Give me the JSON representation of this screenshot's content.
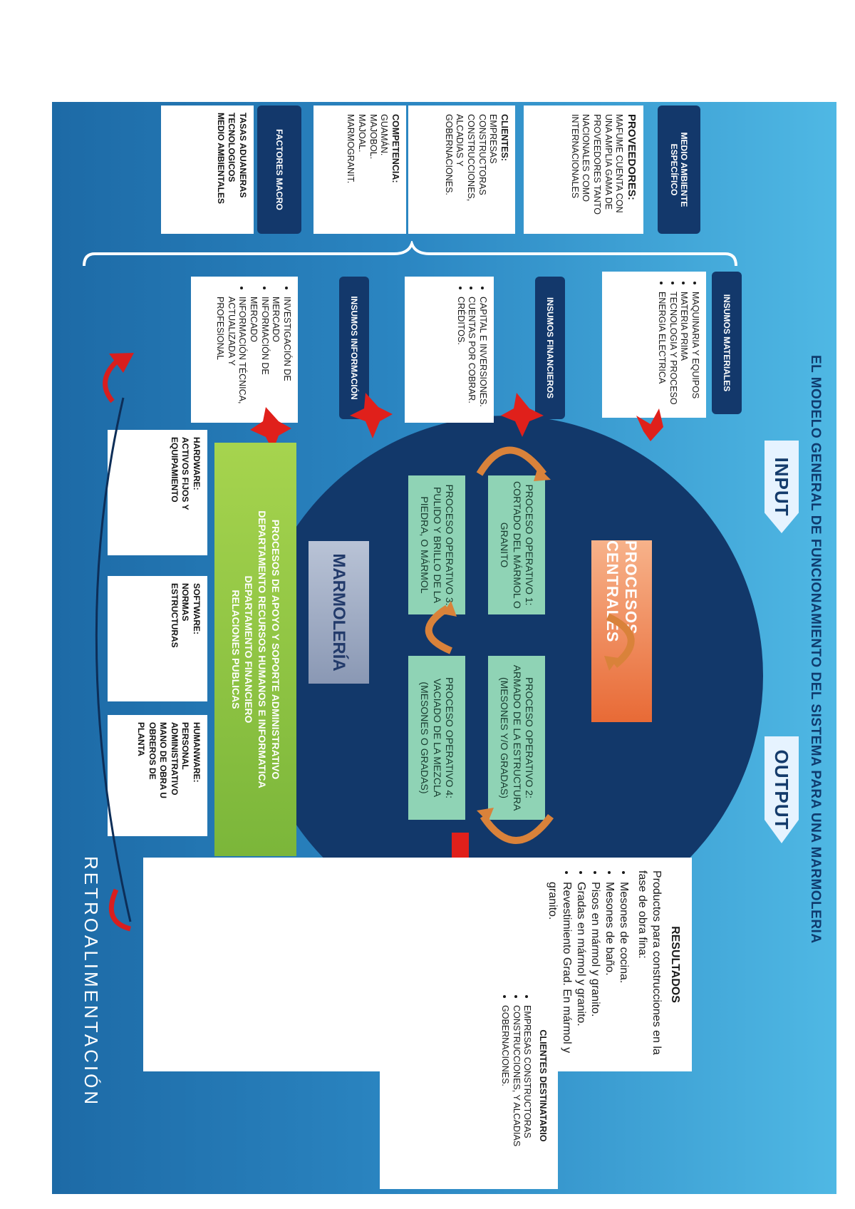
{
  "title": "EL MODELO GENERAL DE FUNCIONAMIENTO DEL SISTEMA PARA UNA MARMOLERIA",
  "input_label": "INPUT",
  "output_label": "OUTPUT",
  "feedback_label": "RETROALIMENTACIÓN",
  "medio_ambiente": {
    "heading": "MEDIO AMBIENTE ESPECÍFICO",
    "proveedores_title": "PROVEEDORES:",
    "proveedores_text": "MAFUME CUENTA CON UNA AMPLIA GAMA DE PROVEEDORES TANTO NACIONALES COMO INTERNACIONALES",
    "clientes_title": "CLIENTES:",
    "clientes_text": "EMPRESAS CONSTRUCTORAS CONSTRUCCIONES, ALCADIAS Y GOBERNACIONES.",
    "competencia_title": "COMPETENCIA:",
    "competencia_items": [
      "GUAMÁN.",
      "MAJOBOL.",
      "MAJOAL.",
      "MARMOGRANIT."
    ]
  },
  "factores_macro": {
    "heading": "FACTORES MACRO",
    "items": [
      "TASAS ADUANERAS",
      "TECNOLOGICOS",
      "MEDIO AMBIENTALES"
    ]
  },
  "insumos_materiales": {
    "heading": "INSUMOS MATERIALES",
    "items": [
      "MAQUINARIA Y EQUIPOS",
      "MATERIA PRIMA",
      "TECNOLOGIA Y PROCESO",
      "ENERGIA ELECTRICA"
    ]
  },
  "insumos_financieros": {
    "heading": "INSUMOS FINANCIEROS",
    "items": [
      "CAPITAL E INVERSIONES.",
      "CUENTAS POR COBRAR.",
      "CRÉDITOS."
    ]
  },
  "insumos_informacion": {
    "heading": "INSUMOS INFORMACIÓN",
    "items": [
      "INVESTIGACIÓN DE MERCADO",
      "INFORMACIÓN DE MERCADO",
      "INFORMACIÓN TÉCNICA, ACTUALIZADA Y PROFESIONAL"
    ]
  },
  "procesos_centrales": "PROCESOS CENTRALES",
  "procesos": [
    "PROCESO OPERATIVO 1: CORTADO DEL MÁRMOL O GRANITO",
    "PROCESO OPERATIVO 2: ARMADO DE LA ESTRUCTURA (MESONES Y/O GRADAS)",
    "PROCESO OPERATIVO 3: PULIDO Y BRILLO DE LA PIEDRA, O MÁRMOL",
    "PROCESO OPERATIVO 4: VACIADO DE LA MEZCLA (MESONES O GRADAS)"
  ],
  "marmoleria": "MARMOLERÍA",
  "apoyo_lines": [
    "PROCESOS DE APOYO Y SOPORTE ADMINISTRATIVO",
    "DEPARTAMENTO RECURSOS HUMANOS E INFORMATICA",
    "DEPARTAMENTO FINANCIERO",
    "RELACIONES PUBLICAS"
  ],
  "hardware": [
    "HARDWARE:",
    "ACTIVOS FIJOS Y",
    "EQUIPAMIENTO"
  ],
  "software": [
    "SOFTWARE:",
    "NORMAS",
    "ESTRUCTURAS"
  ],
  "humanware": [
    "HUMANWARE:",
    "PERSONAL",
    "ADMINISTRATIVO",
    "MANO DE OBRA U",
    "OBREROS DE",
    "PLANTA"
  ],
  "resultados": {
    "heading": "RESULTADOS",
    "intro": "Productos para construcciones en la fase de obra fina:",
    "items": [
      "Mesones de cocina.",
      "Mesones de baño.",
      "Pisos en mármol y granito.",
      "Gradas en mármol y granito.",
      "Revestimiento Grad. En mármol y granito."
    ]
  },
  "clientes_destino": {
    "heading": "CLIENTES DESTINATARIO",
    "items": [
      "EMPRESAS CONSTRUCTORAS",
      "CONSTRUCCIONES, Y ALCADIAS",
      "GOBERNACIONES."
    ]
  },
  "colors": {
    "navy": "#13386b",
    "process": "#8fd3b5",
    "centrales": "#f28a4e",
    "apoyo": "#8bc63e",
    "arrow_red": "#e0201b",
    "arrow_orange": "#d9823a"
  }
}
